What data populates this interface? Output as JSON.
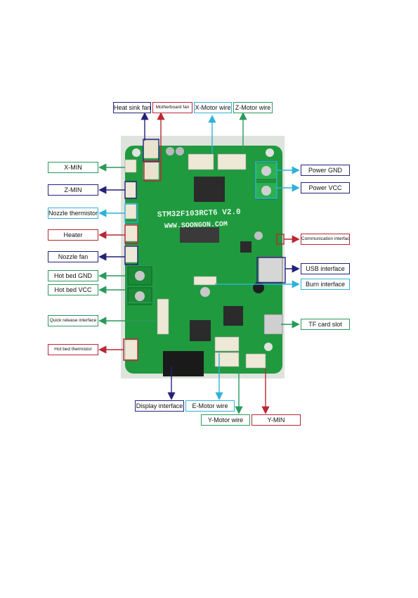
{
  "board": {
    "model": "STM32F103RCT6  V2.0",
    "website": "WWW.SOONGON.COM"
  },
  "colors": {
    "green": "#2a9a5a",
    "navy": "#22227a",
    "cyan": "#2fb2d8",
    "red": "#b82835",
    "pcb": "#1f9a3e"
  },
  "labels": {
    "heat_sink_fan": "Heat sink fan",
    "motherboard_fan": "Motherboard fan",
    "x_motor_wire": "X-Motor wire",
    "z_motor_wire": "Z-Motor wire",
    "x_min": "X-MIN",
    "z_min": "Z-MIN",
    "nozzle_thermistor": "Nozzle thermistor",
    "heater": "Heater",
    "nozzle_fan": "Nozzle fan",
    "hot_bed_gnd": "Hot bed GND",
    "hot_bed_vcc": "Hot bed VCC",
    "quick_release_interface": "Quick release interface",
    "hot_bed_thermistor": "Hot bed thermistor",
    "power_gnd": "Power GND",
    "power_vcc": "Power VCC",
    "communication_interface": "Communication interface",
    "usb_interface": "USB interface",
    "burn_interface": "Burn interface",
    "tf_card_slot": "TF card slot",
    "display_interface": "Display interface",
    "e_motor_wire": "E-Motor wire",
    "y_motor_wire": "Y-Motor wire",
    "y_min": "Y-MIN"
  }
}
